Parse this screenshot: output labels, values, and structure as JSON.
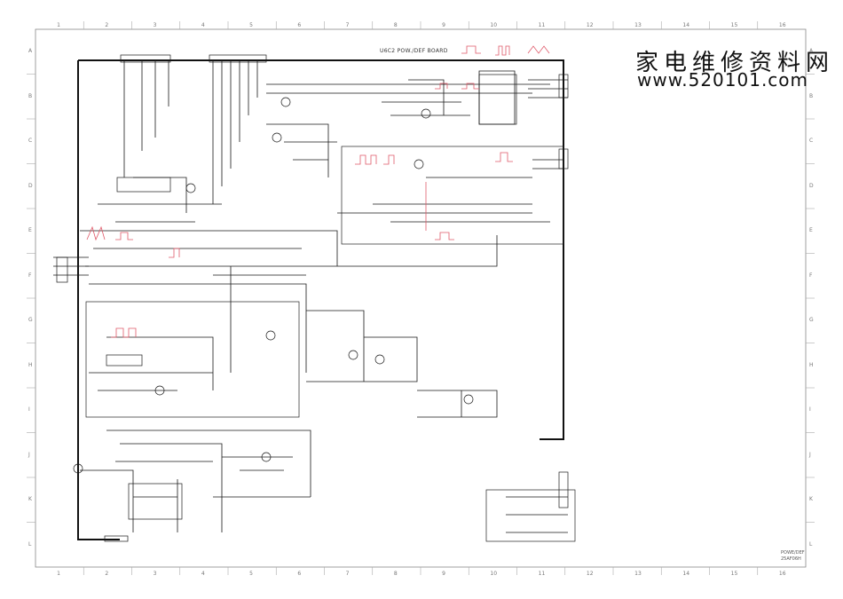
{
  "board_title": "U6C2 POW./DEF BOARD",
  "watermark": {
    "chinese": "家电维修资料网",
    "url": "www.520101.com"
  },
  "grid": {
    "columns": [
      "1",
      "2",
      "3",
      "4",
      "5",
      "6",
      "7",
      "8",
      "9",
      "10",
      "11",
      "12",
      "13",
      "14",
      "15",
      "16"
    ],
    "rows": [
      "A",
      "B",
      "C",
      "D",
      "E",
      "F",
      "G",
      "H",
      "I",
      "J",
      "K",
      "L"
    ]
  },
  "title_block": {
    "line1": "POWE/DEF",
    "line2": "25AF06H"
  },
  "colors": {
    "trace": "#1a1a1a",
    "waveform": "#e05a6a",
    "frame": "#888888"
  }
}
